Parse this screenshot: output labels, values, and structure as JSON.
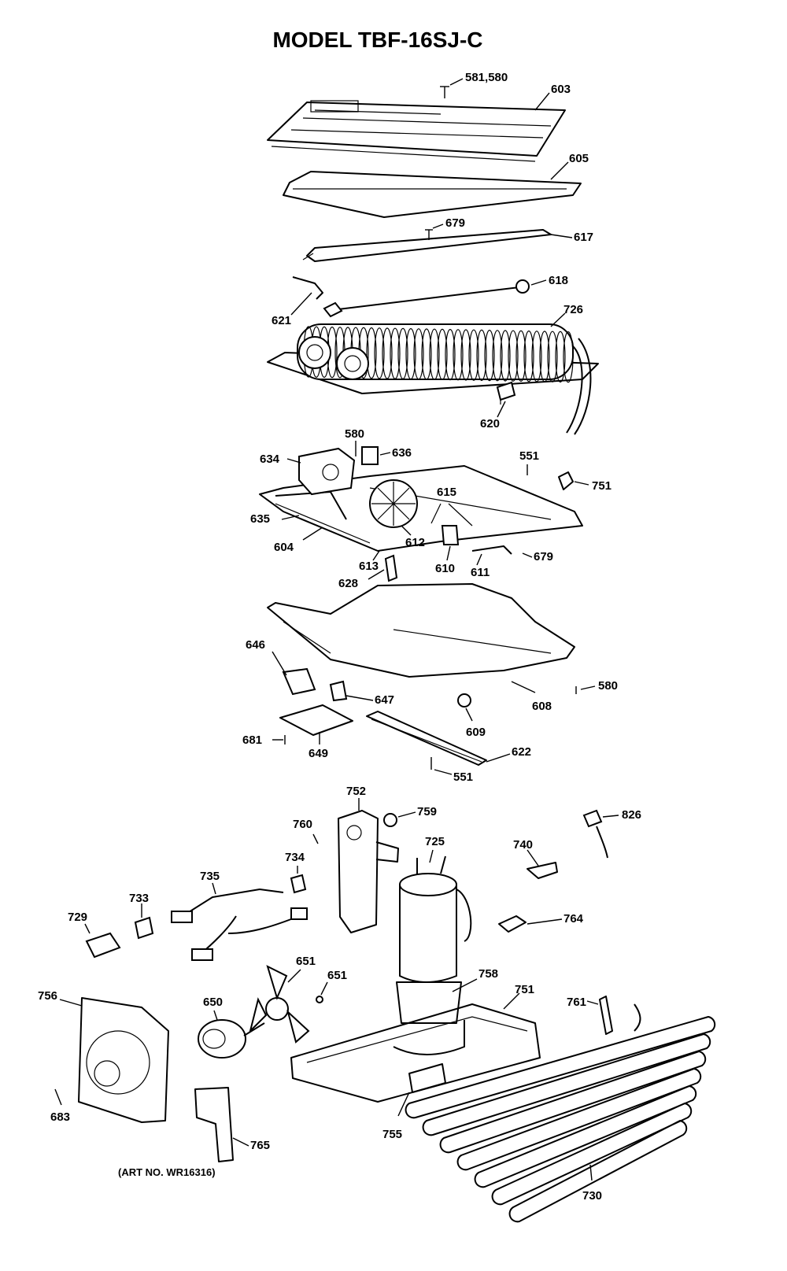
{
  "title": "MODEL TBF-16SJ-C",
  "art_number": "(ART NO. WR16316)",
  "labels": {
    "l581_580": "581,580",
    "l603": "603",
    "l605": "605",
    "l679a": "679",
    "l617": "617",
    "l618": "618",
    "l621": "621",
    "l726": "726",
    "l620": "620",
    "l580a": "580",
    "l636": "636",
    "l634": "634",
    "l551a": "551",
    "l751a": "751",
    "l615": "615",
    "l635": "635",
    "l604": "604",
    "l612": "612",
    "l613": "613",
    "l628": "628",
    "l610": "610",
    "l611": "611",
    "l679b": "679",
    "l646": "646",
    "l647": "647",
    "l608": "608",
    "l580b": "580",
    "l609": "609",
    "l681": "681",
    "l649": "649",
    "l622": "622",
    "l551b": "551",
    "l752": "752",
    "l759": "759",
    "l760": "760",
    "l725": "725",
    "l740": "740",
    "l826": "826",
    "l734": "734",
    "l735": "735",
    "l733": "733",
    "l729": "729",
    "l764": "764",
    "l758": "758",
    "l751b": "751",
    "l651a": "651",
    "l651b": "651",
    "l650": "650",
    "l756": "756",
    "l761": "761",
    "l683": "683",
    "l765": "765",
    "l755": "755",
    "l730": "730"
  }
}
